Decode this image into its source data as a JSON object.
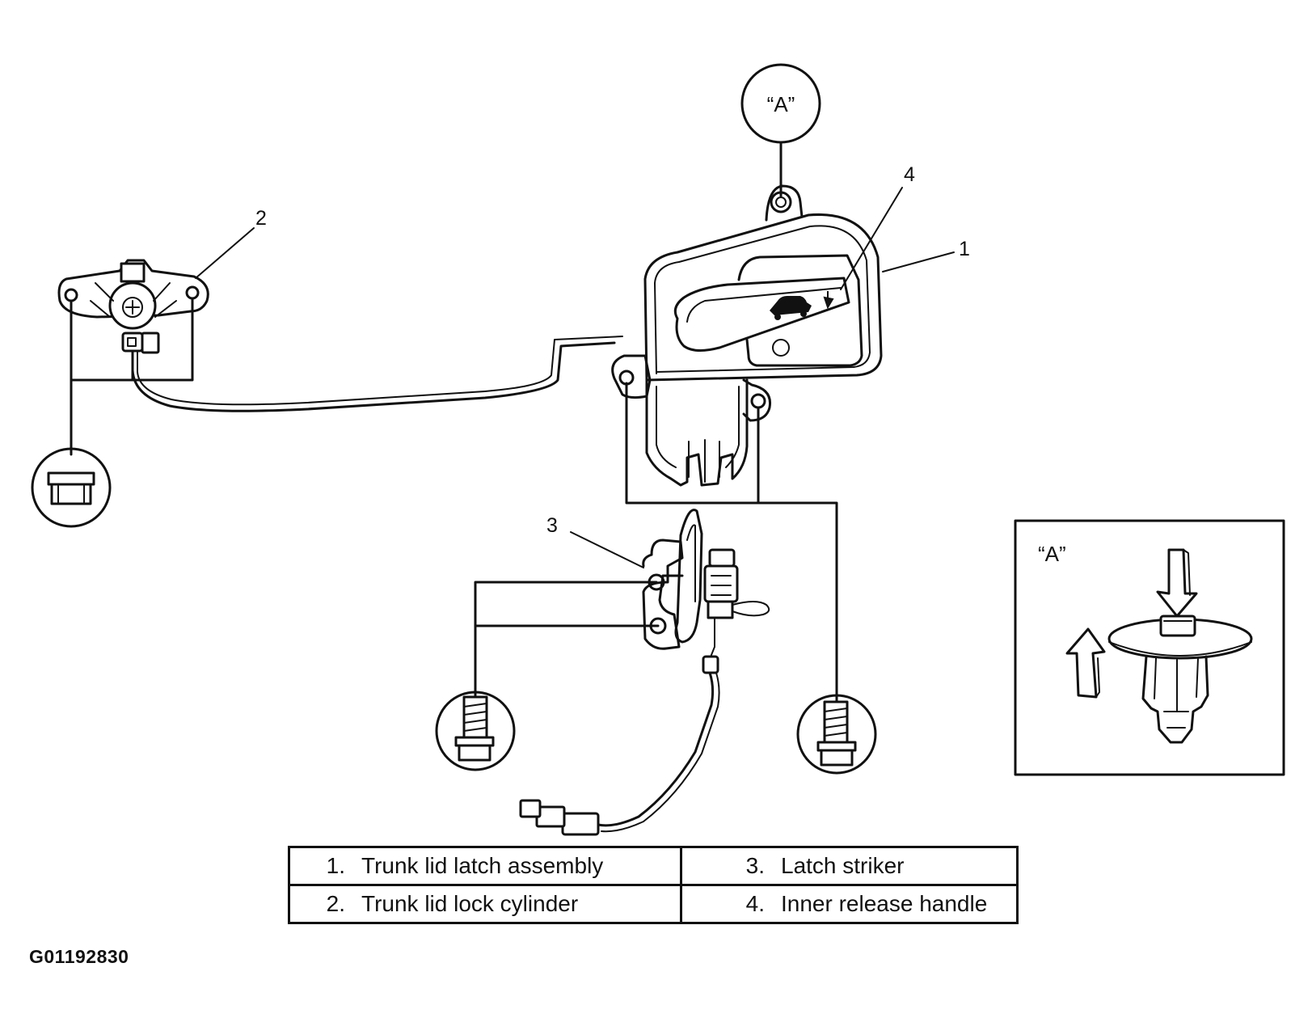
{
  "callouts": {
    "n1": "1",
    "n2": "2",
    "n3": "3",
    "n4": "4",
    "detail_a_bubble": "“A”",
    "detail_a_inset": "“A”"
  },
  "legend": {
    "rows": [
      {
        "left_num": "1.",
        "left_text": "Trunk lid latch assembly",
        "right_num": "3.",
        "right_text": "Latch striker"
      },
      {
        "left_num": "2.",
        "left_text": "Trunk lid lock cylinder",
        "right_num": "4.",
        "right_text": "Inner release handle"
      }
    ]
  },
  "figure_id": "G01192830"
}
